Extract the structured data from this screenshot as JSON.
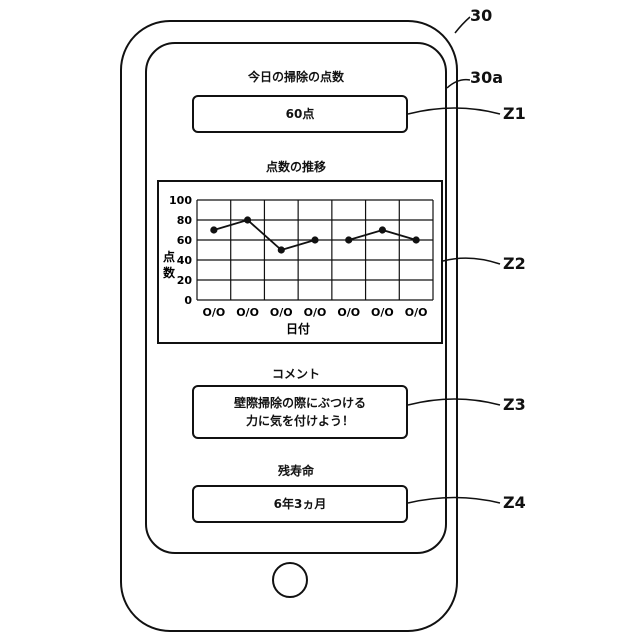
{
  "figure": {
    "device_ref": "30",
    "screen_ref": "30a",
    "callouts": {
      "score_box": "Z1",
      "chart": "Z2",
      "comment_box": "Z3",
      "lifespan_box": "Z4"
    }
  },
  "screen": {
    "today_score": {
      "title": "今日の掃除の点数",
      "value": "60点"
    },
    "score_history": {
      "title": "点数の推移"
    },
    "comment": {
      "title": "コメント",
      "line1": "壁際掃除の際にぶつける",
      "line2": "力に気を付けよう！"
    },
    "remaining_life": {
      "title": "残寿命",
      "value": "6年3ヵ月"
    }
  },
  "chart_data": {
    "type": "line",
    "ylabel": "点数",
    "xlabel": "日付",
    "categories": [
      "O/O",
      "O/O",
      "O/O",
      "O/O",
      "O/O",
      "O/O",
      "O/O"
    ],
    "y_ticks": [
      "100",
      "80",
      "60",
      "40",
      "20",
      "0"
    ],
    "ylim": [
      0,
      100
    ],
    "grid": true,
    "segments": [
      {
        "x": [
          0.5,
          1.5,
          2.5,
          3.5
        ],
        "y": [
          70,
          80,
          50,
          60
        ]
      },
      {
        "x": [
          4.5,
          5.5,
          6.5
        ],
        "y": [
          60,
          70,
          60
        ]
      }
    ]
  }
}
